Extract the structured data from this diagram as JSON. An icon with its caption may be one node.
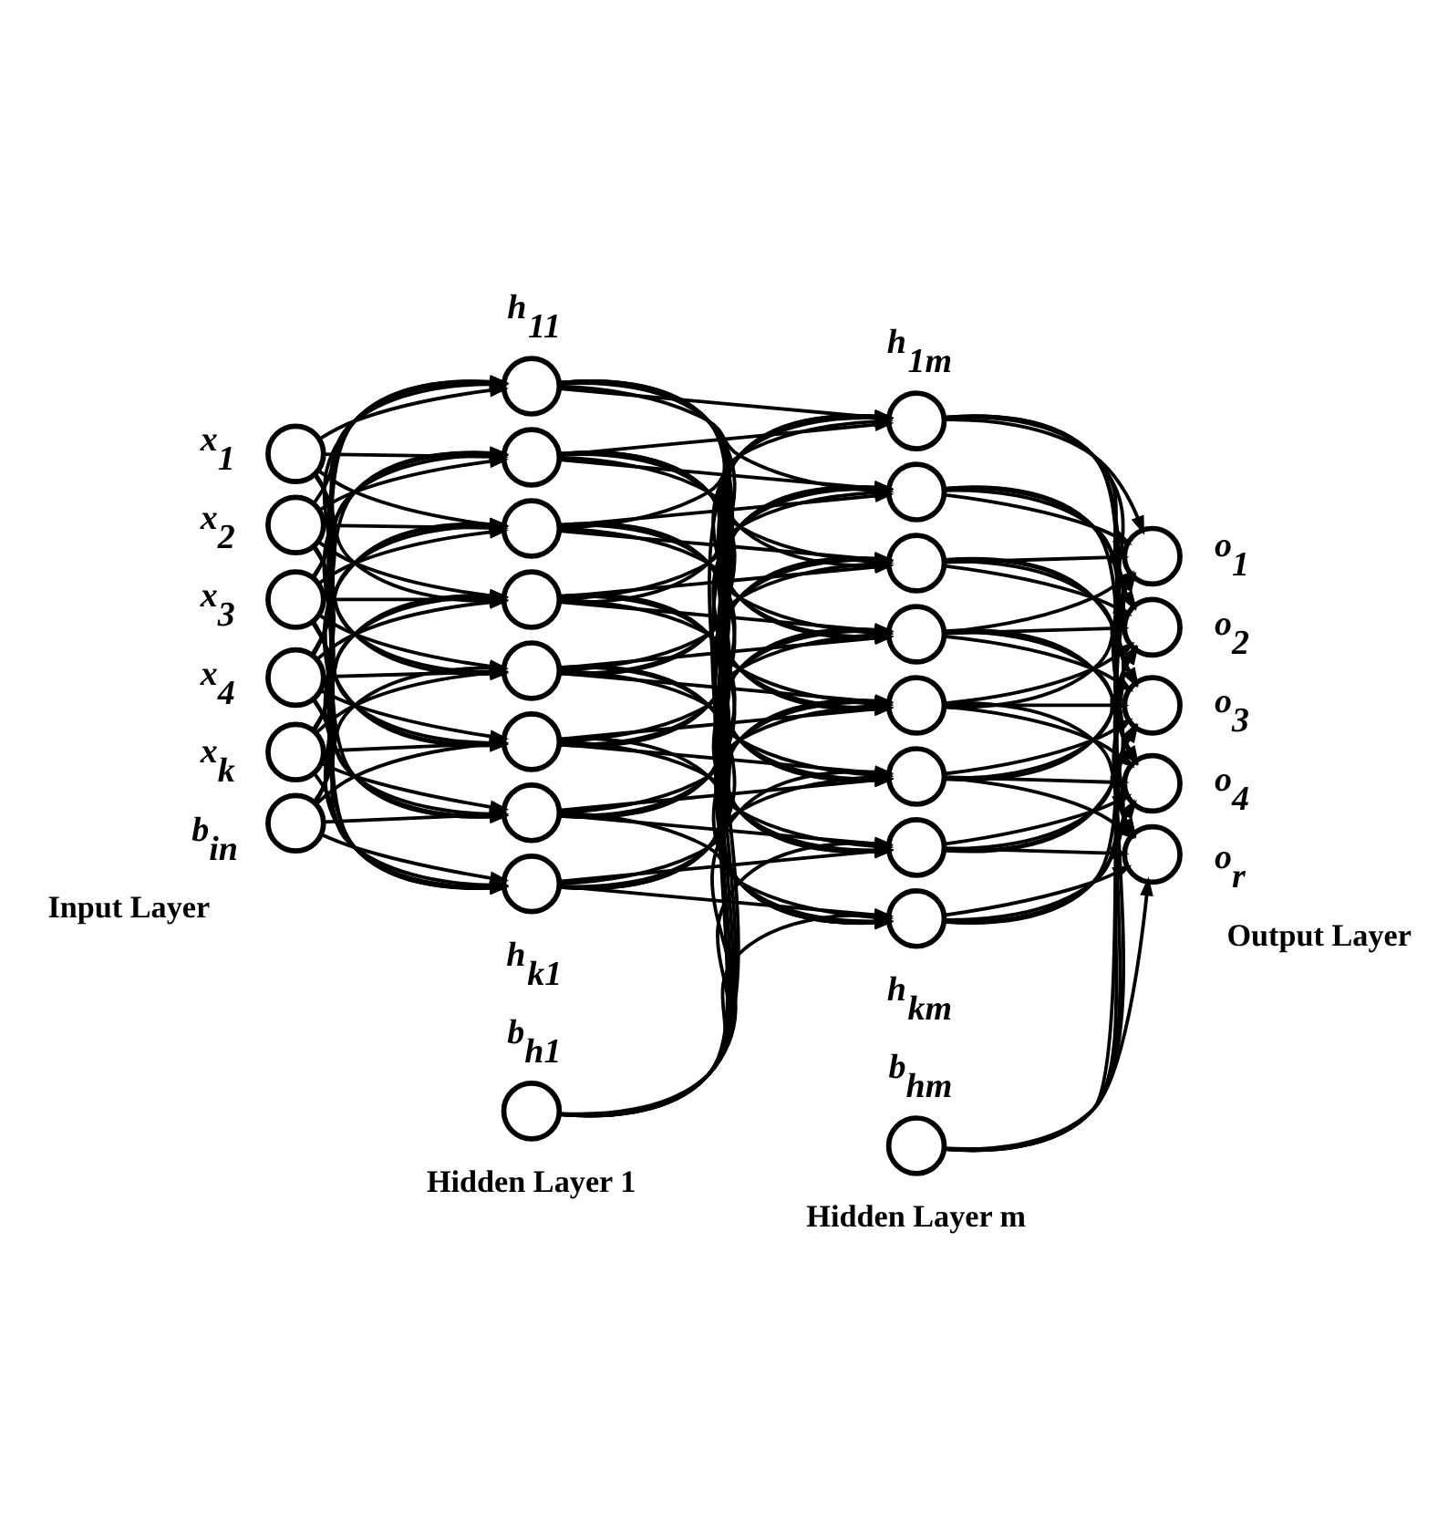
{
  "diagram": {
    "nodes": [
      {
        "text": [],
        "shape": "circle",
        "beside": [
          "x$_{1}$"
        ]
      },
      {
        "text": [],
        "shape": "circle",
        "beside": [
          "x$_{2}$"
        ]
      },
      {
        "text": [],
        "shape": "circle",
        "beside": [
          "x$_{3}$"
        ]
      },
      {
        "text": [],
        "shape": "circle",
        "beside": [
          "x$_{4}$"
        ]
      },
      {
        "text": [],
        "shape": "circle",
        "beside": [
          "x$_{k}$"
        ]
      },
      {
        "text": [],
        "shape": "circle",
        "beside": [
          "b$_{in}$"
        ]
      },
      {
        "text": [],
        "shape": "circle",
        "beside": [
          "h$_{11}$"
        ]
      },
      {
        "text": [],
        "shape": "circle"
      },
      {
        "text": [],
        "shape": "circle"
      },
      {
        "text": [],
        "shape": "circle"
      },
      {
        "text": [],
        "shape": "circle"
      },
      {
        "text": [],
        "shape": "circle"
      },
      {
        "text": [],
        "shape": "circle"
      },
      {
        "text": [],
        "shape": "circle",
        "beside": [
          "h$_{k1}$"
        ]
      },
      {
        "text": [],
        "shape": "circle",
        "beside": [
          "b$_{h1}$"
        ]
      },
      {
        "text": [],
        "shape": "circle",
        "beside": [
          "h$_{1m}$"
        ]
      },
      {
        "text": [],
        "shape": "circle"
      },
      {
        "text": [],
        "shape": "circle"
      },
      {
        "text": [],
        "shape": "circle"
      },
      {
        "text": [],
        "shape": "circle"
      },
      {
        "text": [],
        "shape": "circle"
      },
      {
        "text": [],
        "shape": "circle"
      },
      {
        "text": [],
        "shape": "circle",
        "beside": [
          "h$_{km}$"
        ]
      },
      {
        "text": [],
        "shape": "circle",
        "beside": [
          "b$_{hm}$"
        ]
      },
      {
        "text": [],
        "shape": "circle",
        "beside": [
          "o$_{1}$"
        ]
      },
      {
        "text": [],
        "shape": "circle",
        "beside": [
          "o$_{2}$"
        ]
      },
      {
        "text": [],
        "shape": "circle",
        "beside": [
          "o$_{3}$"
        ]
      },
      {
        "text": [],
        "shape": "circle",
        "beside": [
          "o$_{4}$"
        ]
      },
      {
        "text": [],
        "shape": "circle",
        "beside": [
          "o$_{r}$"
        ]
      }
    ],
    "edges": [
      {
        "from": 0,
        "to": 6,
        "arrow": "to"
      },
      {
        "from": 0,
        "to": 7,
        "arrow": "to"
      },
      {
        "from": 0,
        "to": 8,
        "arrow": "to"
      },
      {
        "from": 0,
        "to": 9,
        "arrow": "to"
      },
      {
        "from": 0,
        "to": 10,
        "arrow": "to"
      },
      {
        "from": 0,
        "to": 11,
        "arrow": "to"
      },
      {
        "from": 0,
        "to": 12,
        "arrow": "to"
      },
      {
        "from": 0,
        "to": 13,
        "arrow": "to"
      },
      {
        "from": 1,
        "to": 6,
        "arrow": "to"
      },
      {
        "from": 1,
        "to": 7,
        "arrow": "to"
      },
      {
        "from": 1,
        "to": 8,
        "arrow": "to"
      },
      {
        "from": 1,
        "to": 9,
        "arrow": "to"
      },
      {
        "from": 1,
        "to": 10,
        "arrow": "to"
      },
      {
        "from": 1,
        "to": 11,
        "arrow": "to"
      },
      {
        "from": 1,
        "to": 12,
        "arrow": "to"
      },
      {
        "from": 1,
        "to": 13,
        "arrow": "to"
      },
      {
        "from": 2,
        "to": 6,
        "arrow": "to"
      },
      {
        "from": 2,
        "to": 7,
        "arrow": "to"
      },
      {
        "from": 2,
        "to": 8,
        "arrow": "to"
      },
      {
        "from": 2,
        "to": 9,
        "arrow": "to"
      },
      {
        "from": 2,
        "to": 10,
        "arrow": "to"
      },
      {
        "from": 2,
        "to": 11,
        "arrow": "to"
      },
      {
        "from": 2,
        "to": 12,
        "arrow": "to"
      },
      {
        "from": 2,
        "to": 13,
        "arrow": "to"
      },
      {
        "from": 3,
        "to": 6,
        "arrow": "to"
      },
      {
        "from": 3,
        "to": 7,
        "arrow": "to"
      },
      {
        "from": 3,
        "to": 8,
        "arrow": "to"
      },
      {
        "from": 3,
        "to": 9,
        "arrow": "to"
      },
      {
        "from": 3,
        "to": 10,
        "arrow": "to"
      },
      {
        "from": 3,
        "to": 11,
        "arrow": "to"
      },
      {
        "from": 3,
        "to": 12,
        "arrow": "to"
      },
      {
        "from": 3,
        "to": 13,
        "arrow": "to"
      },
      {
        "from": 4,
        "to": 6,
        "arrow": "to"
      },
      {
        "from": 4,
        "to": 7,
        "arrow": "to"
      },
      {
        "from": 4,
        "to": 8,
        "arrow": "to"
      },
      {
        "from": 4,
        "to": 9,
        "arrow": "to"
      },
      {
        "from": 4,
        "to": 10,
        "arrow": "to"
      },
      {
        "from": 4,
        "to": 11,
        "arrow": "to"
      },
      {
        "from": 4,
        "to": 12,
        "arrow": "to"
      },
      {
        "from": 4,
        "to": 13,
        "arrow": "to"
      },
      {
        "from": 5,
        "to": 6,
        "arrow": "to"
      },
      {
        "from": 5,
        "to": 7,
        "arrow": "to"
      },
      {
        "from": 5,
        "to": 8,
        "arrow": "to"
      },
      {
        "from": 5,
        "to": 9,
        "arrow": "to"
      },
      {
        "from": 5,
        "to": 10,
        "arrow": "to"
      },
      {
        "from": 5,
        "to": 11,
        "arrow": "to"
      },
      {
        "from": 5,
        "to": 12,
        "arrow": "to"
      },
      {
        "from": 5,
        "to": 13,
        "arrow": "to"
      },
      {
        "from": 6,
        "to": 15,
        "arrow": "to"
      },
      {
        "from": 6,
        "to": 16,
        "arrow": "to"
      },
      {
        "from": 6,
        "to": 17,
        "arrow": "to"
      },
      {
        "from": 6,
        "to": 18,
        "arrow": "to"
      },
      {
        "from": 6,
        "to": 19,
        "arrow": "to"
      },
      {
        "from": 6,
        "to": 20,
        "arrow": "to"
      },
      {
        "from": 6,
        "to": 21,
        "arrow": "to"
      },
      {
        "from": 6,
        "to": 22,
        "arrow": "to"
      },
      {
        "from": 7,
        "to": 15,
        "arrow": "to"
      },
      {
        "from": 7,
        "to": 16,
        "arrow": "to"
      },
      {
        "from": 7,
        "to": 17,
        "arrow": "to"
      },
      {
        "from": 7,
        "to": 18,
        "arrow": "to"
      },
      {
        "from": 7,
        "to": 19,
        "arrow": "to"
      },
      {
        "from": 7,
        "to": 20,
        "arrow": "to"
      },
      {
        "from": 7,
        "to": 21,
        "arrow": "to"
      },
      {
        "from": 7,
        "to": 22,
        "arrow": "to"
      },
      {
        "from": 8,
        "to": 15,
        "arrow": "to"
      },
      {
        "from": 8,
        "to": 16,
        "arrow": "to"
      },
      {
        "from": 8,
        "to": 17,
        "arrow": "to"
      },
      {
        "from": 8,
        "to": 18,
        "arrow": "to"
      },
      {
        "from": 8,
        "to": 19,
        "arrow": "to"
      },
      {
        "from": 8,
        "to": 20,
        "arrow": "to"
      },
      {
        "from": 8,
        "to": 21,
        "arrow": "to"
      },
      {
        "from": 8,
        "to": 22,
        "arrow": "to"
      },
      {
        "from": 9,
        "to": 15,
        "arrow": "to"
      },
      {
        "from": 9,
        "to": 16,
        "arrow": "to"
      },
      {
        "from": 9,
        "to": 17,
        "arrow": "to"
      },
      {
        "from": 9,
        "to": 18,
        "arrow": "to"
      },
      {
        "from": 9,
        "to": 19,
        "arrow": "to"
      },
      {
        "from": 9,
        "to": 20,
        "arrow": "to"
      },
      {
        "from": 9,
        "to": 21,
        "arrow": "to"
      },
      {
        "from": 9,
        "to": 22,
        "arrow": "to"
      },
      {
        "from": 10,
        "to": 15,
        "arrow": "to"
      },
      {
        "from": 10,
        "to": 16,
        "arrow": "to"
      },
      {
        "from": 10,
        "to": 17,
        "arrow": "to"
      },
      {
        "from": 10,
        "to": 18,
        "arrow": "to"
      },
      {
        "from": 10,
        "to": 19,
        "arrow": "to"
      },
      {
        "from": 10,
        "to": 20,
        "arrow": "to"
      },
      {
        "from": 10,
        "to": 21,
        "arrow": "to"
      },
      {
        "from": 10,
        "to": 22,
        "arrow": "to"
      },
      {
        "from": 11,
        "to": 15,
        "arrow": "to"
      },
      {
        "from": 11,
        "to": 16,
        "arrow": "to"
      },
      {
        "from": 11,
        "to": 17,
        "arrow": "to"
      },
      {
        "from": 11,
        "to": 18,
        "arrow": "to"
      },
      {
        "from": 11,
        "to": 19,
        "arrow": "to"
      },
      {
        "from": 11,
        "to": 20,
        "arrow": "to"
      },
      {
        "from": 11,
        "to": 21,
        "arrow": "to"
      },
      {
        "from": 11,
        "to": 22,
        "arrow": "to"
      },
      {
        "from": 12,
        "to": 15,
        "arrow": "to"
      },
      {
        "from": 12,
        "to": 16,
        "arrow": "to"
      },
      {
        "from": 12,
        "to": 17,
        "arrow": "to"
      },
      {
        "from": 12,
        "to": 18,
        "arrow": "to"
      },
      {
        "from": 12,
        "to": 19,
        "arrow": "to"
      },
      {
        "from": 12,
        "to": 20,
        "arrow": "to"
      },
      {
        "from": 12,
        "to": 21,
        "arrow": "to"
      },
      {
        "from": 12,
        "to": 22,
        "arrow": "to"
      },
      {
        "from": 13,
        "to": 15,
        "arrow": "to"
      },
      {
        "from": 13,
        "to": 16,
        "arrow": "to"
      },
      {
        "from": 13,
        "to": 17,
        "arrow": "to"
      },
      {
        "from": 13,
        "to": 18,
        "arrow": "to"
      },
      {
        "from": 13,
        "to": 19,
        "arrow": "to"
      },
      {
        "from": 13,
        "to": 20,
        "arrow": "to"
      },
      {
        "from": 13,
        "to": 21,
        "arrow": "to"
      },
      {
        "from": 13,
        "to": 22,
        "arrow": "to"
      },
      {
        "from": 14,
        "to": 15,
        "arrow": "to"
      },
      {
        "from": 14,
        "to": 16,
        "arrow": "to"
      },
      {
        "from": 14,
        "to": 17,
        "arrow": "to"
      },
      {
        "from": 14,
        "to": 18,
        "arrow": "to"
      },
      {
        "from": 14,
        "to": 19,
        "arrow": "to"
      },
      {
        "from": 14,
        "to": 20,
        "arrow": "to"
      },
      {
        "from": 14,
        "to": 21,
        "arrow": "to"
      },
      {
        "from": 14,
        "to": 22,
        "arrow": "to"
      },
      {
        "from": 15,
        "to": 24,
        "arrow": "to"
      },
      {
        "from": 15,
        "to": 25,
        "arrow": "to"
      },
      {
        "from": 15,
        "to": 26,
        "arrow": "to"
      },
      {
        "from": 15,
        "to": 27,
        "arrow": "to"
      },
      {
        "from": 15,
        "to": 28,
        "arrow": "to"
      },
      {
        "from": 16,
        "to": 24,
        "arrow": "to"
      },
      {
        "from": 16,
        "to": 25,
        "arrow": "to"
      },
      {
        "from": 16,
        "to": 26,
        "arrow": "to"
      },
      {
        "from": 16,
        "to": 27,
        "arrow": "to"
      },
      {
        "from": 16,
        "to": 28,
        "arrow": "to"
      },
      {
        "from": 17,
        "to": 24,
        "arrow": "to"
      },
      {
        "from": 17,
        "to": 25,
        "arrow": "to"
      },
      {
        "from": 17,
        "to": 26,
        "arrow": "to"
      },
      {
        "from": 17,
        "to": 27,
        "arrow": "to"
      },
      {
        "from": 17,
        "to": 28,
        "arrow": "to"
      },
      {
        "from": 18,
        "to": 24,
        "arrow": "to"
      },
      {
        "from": 18,
        "to": 25,
        "arrow": "to"
      },
      {
        "from": 18,
        "to": 26,
        "arrow": "to"
      },
      {
        "from": 18,
        "to": 27,
        "arrow": "to"
      },
      {
        "from": 18,
        "to": 28,
        "arrow": "to"
      },
      {
        "from": 19,
        "to": 24,
        "arrow": "to"
      },
      {
        "from": 19,
        "to": 25,
        "arrow": "to"
      },
      {
        "from": 19,
        "to": 26,
        "arrow": "to"
      },
      {
        "from": 19,
        "to": 27,
        "arrow": "to"
      },
      {
        "from": 19,
        "to": 28,
        "arrow": "to"
      },
      {
        "from": 20,
        "to": 24,
        "arrow": "to"
      },
      {
        "from": 20,
        "to": 25,
        "arrow": "to"
      },
      {
        "from": 20,
        "to": 26,
        "arrow": "to"
      },
      {
        "from": 20,
        "to": 27,
        "arrow": "to"
      },
      {
        "from": 20,
        "to": 28,
        "arrow": "to"
      },
      {
        "from": 21,
        "to": 24,
        "arrow": "to"
      },
      {
        "from": 21,
        "to": 25,
        "arrow": "to"
      },
      {
        "from": 21,
        "to": 26,
        "arrow": "to"
      },
      {
        "from": 21,
        "to": 27,
        "arrow": "to"
      },
      {
        "from": 21,
        "to": 28,
        "arrow": "to"
      },
      {
        "from": 22,
        "to": 24,
        "arrow": "to"
      },
      {
        "from": 22,
        "to": 25,
        "arrow": "to"
      },
      {
        "from": 22,
        "to": 26,
        "arrow": "to"
      },
      {
        "from": 22,
        "to": 27,
        "arrow": "to"
      },
      {
        "from": 22,
        "to": 28,
        "arrow": "to"
      },
      {
        "from": 23,
        "to": 24,
        "arrow": "to"
      },
      {
        "from": 23,
        "to": 25,
        "arrow": "to"
      },
      {
        "from": 23,
        "to": 26,
        "arrow": "to"
      },
      {
        "from": 23,
        "to": 27,
        "arrow": "to"
      },
      {
        "from": 23,
        "to": 28,
        "arrow": "to"
      }
    ],
    "labels": [
      "Output Layer",
      "Input Layer",
      "Hidden Layer 1",
      "Hidden Layer m"
    ]
  }
}
